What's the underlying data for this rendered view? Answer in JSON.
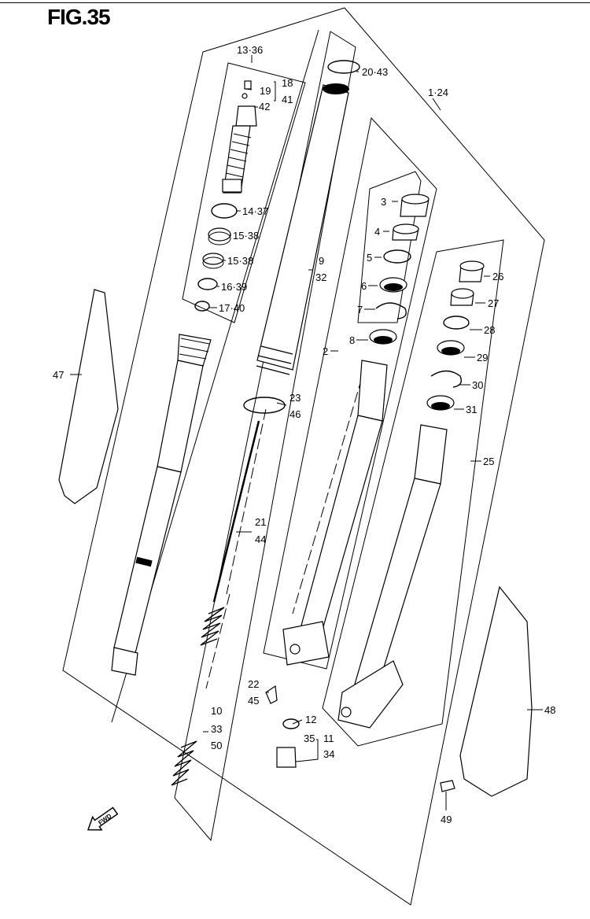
{
  "title": "FIG.35",
  "fwd_label": "FWD",
  "labels": {
    "l13_36": "13·36",
    "l19": "19",
    "l18": "18",
    "l41": "41",
    "l42": "42",
    "l20_43": "20·43",
    "l1_24": "1·24",
    "l14_37": "14·37",
    "l15_38a": "15·38",
    "l15_38b": "15·38",
    "l16_39": "16·39",
    "l17_40": "17·40",
    "l9": "9",
    "l32": "32",
    "l3": "3",
    "l4": "4",
    "l5": "5",
    "l6": "6",
    "l7": "7",
    "l8": "8",
    "l2": "2",
    "l26": "26",
    "l27": "27",
    "l28": "28",
    "l29": "29",
    "l30": "30",
    "l31": "31",
    "l25": "25",
    "l23": "23",
    "l46": "46",
    "l21": "21",
    "l44": "44",
    "l47": "47",
    "l48": "48",
    "l22": "22",
    "l45": "45",
    "l12": "12",
    "l35": "35",
    "l11": "11",
    "l34": "34",
    "l10": "10",
    "l33": "33",
    "l50": "50",
    "l49": "49"
  }
}
